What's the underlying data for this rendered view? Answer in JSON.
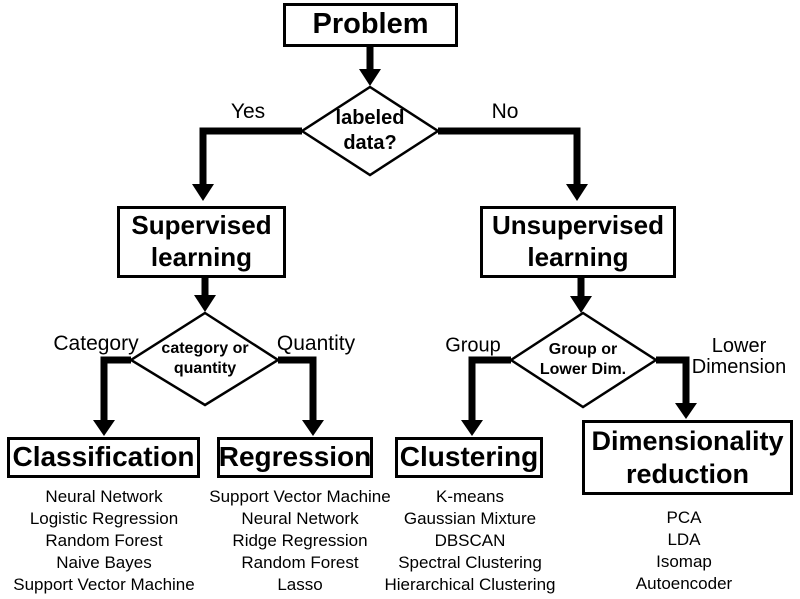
{
  "flowchart": {
    "nodes": {
      "problem": "Problem",
      "labeled_data_decision": "labeled\ndata?",
      "supervised": "Supervised\nlearning",
      "unsupervised": "Unsupervised\nlearning",
      "category_quantity_decision": "category or\nquantity",
      "group_lowerdim_decision": "Group or\nLower Dim.",
      "classification": "Classification",
      "regression": "Regression",
      "clustering": "Clustering",
      "dimensionality_reduction": "Dimensionality\nreduction"
    },
    "edges": {
      "yes": "Yes",
      "no": "No",
      "category": "Category",
      "quantity": "Quantity",
      "group": "Group",
      "lower_dimension": "Lower\nDimension"
    },
    "algorithms": {
      "classification": [
        "Neural Network",
        "Logistic Regression",
        "Random Forest",
        "Naive Bayes",
        "Support Vector Machine"
      ],
      "regression": [
        "Support Vector Machine",
        "Neural Network",
        "Ridge Regression",
        "Random Forest",
        "Lasso"
      ],
      "clustering": [
        "K-means",
        "Gaussian Mixture",
        "DBSCAN",
        "Spectral Clustering",
        "Hierarchical Clustering"
      ],
      "dimensionality_reduction": [
        "PCA",
        "LDA",
        "Isomap",
        "Autoencoder"
      ]
    },
    "colors": {
      "line": "#000000",
      "fill": "#ffffff",
      "text": "#000000"
    }
  }
}
